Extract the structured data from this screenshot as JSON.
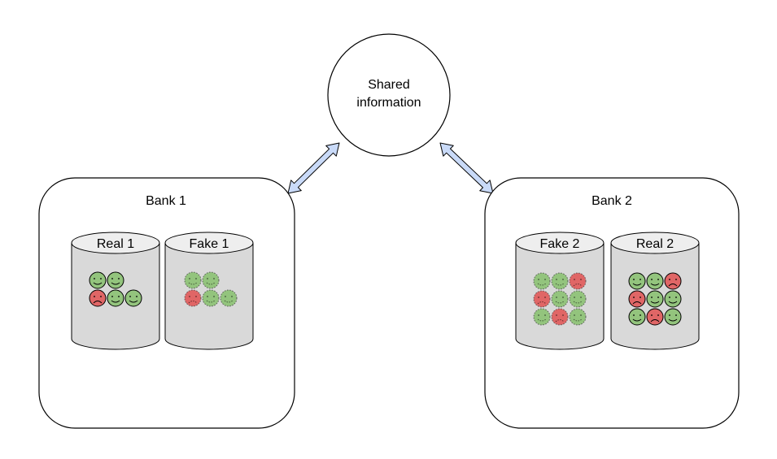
{
  "shared": {
    "line1": "Shared",
    "line2": "information"
  },
  "banks": [
    {
      "title": "Bank 1",
      "databases": [
        {
          "label": "Real 1",
          "kind": "real",
          "rows": [
            [
              "happy",
              "happy"
            ],
            [
              "sad",
              "happy",
              "happy"
            ]
          ]
        },
        {
          "label": "Fake 1",
          "kind": "fake",
          "rows": [
            [
              "happy",
              "happy"
            ],
            [
              "sad",
              "happy",
              "happy"
            ]
          ]
        }
      ]
    },
    {
      "title": "Bank 2",
      "databases": [
        {
          "label": "Fake 2",
          "kind": "fake",
          "rows": [
            [
              "happy",
              "happy",
              "sad"
            ],
            [
              "sad",
              "happy",
              "happy"
            ],
            [
              "happy",
              "sad",
              "happy"
            ]
          ]
        },
        {
          "label": "Real 2",
          "kind": "real",
          "rows": [
            [
              "happy",
              "happy",
              "sad"
            ],
            [
              "sad",
              "happy",
              "happy"
            ],
            [
              "happy",
              "sad",
              "happy"
            ]
          ]
        }
      ]
    }
  ],
  "colors": {
    "happy_fill": "#93c47d",
    "sad_fill": "#e06666",
    "cylinder_fill": "#d9d9d9",
    "cylinder_top": "#eeeeee",
    "arrow_fill": "#c9daf8",
    "stroke": "#000000"
  }
}
